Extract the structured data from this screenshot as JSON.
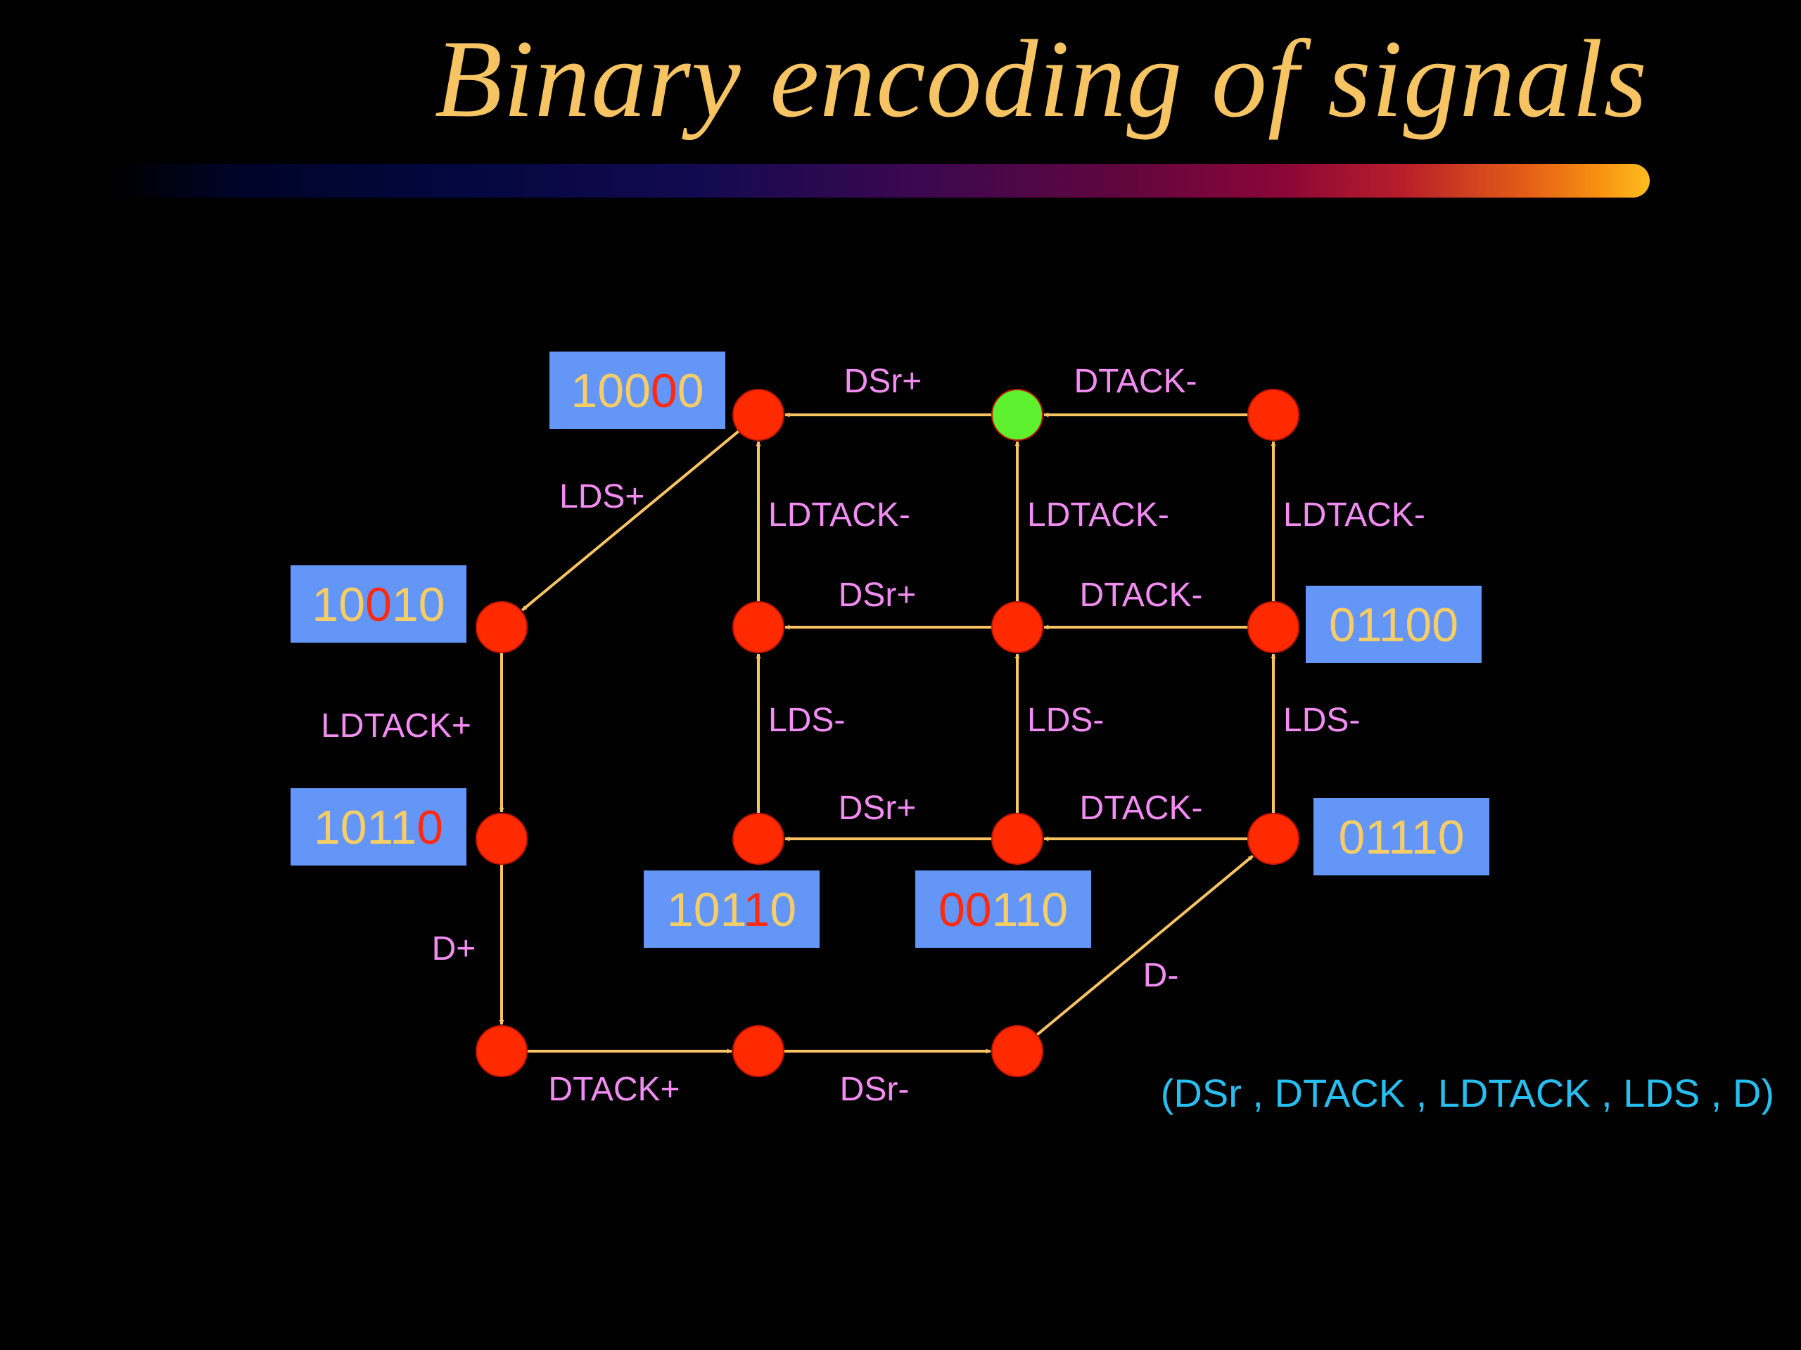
{
  "title": "Binary encoding of signals",
  "colors": {
    "title": "#f6c463",
    "label": "#f28cf2",
    "arrow": "#f9c461",
    "state": "#ff2a00",
    "initial_state": "#5cf02f",
    "box": "#6496f8",
    "code_digit": "#f6cd66",
    "code_highlight": "#ff2a10",
    "caption": "#27bfef"
  },
  "caption": "(DSr , DTACK , LDTACK , LDS , D)",
  "nodes": [
    {
      "id": "a",
      "kind": "state"
    },
    {
      "id": "b",
      "kind": "initial"
    },
    {
      "id": "c",
      "kind": "state"
    },
    {
      "id": "d",
      "kind": "state"
    },
    {
      "id": "e",
      "kind": "state"
    },
    {
      "id": "f",
      "kind": "state"
    },
    {
      "id": "g",
      "kind": "state"
    },
    {
      "id": "h",
      "kind": "state"
    },
    {
      "id": "i",
      "kind": "state"
    },
    {
      "id": "j",
      "kind": "state"
    },
    {
      "id": "k",
      "kind": "state"
    },
    {
      "id": "l",
      "kind": "state"
    },
    {
      "id": "m",
      "kind": "state"
    },
    {
      "id": "n",
      "kind": "state"
    }
  ],
  "edges": [
    {
      "from": "b",
      "to": "a",
      "label": "DSr+"
    },
    {
      "from": "c",
      "to": "b",
      "label": "DTACK-"
    },
    {
      "from": "a",
      "to": "d",
      "label": "LDS+"
    },
    {
      "from": "e",
      "to": "a",
      "label": "LDTACK-"
    },
    {
      "from": "f",
      "to": "b",
      "label": "LDTACK-"
    },
    {
      "from": "g",
      "to": "c",
      "label": "LDTACK-"
    },
    {
      "from": "f",
      "to": "e",
      "label": "DSr+"
    },
    {
      "from": "g",
      "to": "f",
      "label": "DTACK-"
    },
    {
      "from": "d",
      "to": "h",
      "label": "LDTACK+"
    },
    {
      "from": "i",
      "to": "e",
      "label": "LDS-"
    },
    {
      "from": "j",
      "to": "f",
      "label": "LDS-"
    },
    {
      "from": "k",
      "to": "g",
      "label": "LDS-"
    },
    {
      "from": "j",
      "to": "i",
      "label": "DSr+"
    },
    {
      "from": "k",
      "to": "j",
      "label": "DTACK-"
    },
    {
      "from": "h",
      "to": "l",
      "label": "D+"
    },
    {
      "from": "l",
      "to": "m",
      "label": "DTACK+"
    },
    {
      "from": "m",
      "to": "n",
      "label": "DSr-"
    },
    {
      "from": "n",
      "to": "k",
      "label": "D-"
    }
  ],
  "codes": [
    {
      "state": "a",
      "bits": [
        "1",
        "0",
        "0",
        "0",
        "0"
      ],
      "highlight": [
        3
      ]
    },
    {
      "state": "d",
      "bits": [
        "1",
        "0",
        "0",
        "1",
        "0"
      ],
      "highlight": [
        2
      ]
    },
    {
      "state": "h",
      "bits": [
        "1",
        "0",
        "1",
        "1",
        "0"
      ],
      "highlight": [
        4
      ]
    },
    {
      "state": "g",
      "bits": [
        "0",
        "1",
        "1",
        "0",
        "0"
      ],
      "highlight": []
    },
    {
      "state": "k",
      "bits": [
        "0",
        "1",
        "1",
        "1",
        "0"
      ],
      "highlight": []
    },
    {
      "state": "i",
      "bits": [
        "1",
        "0",
        "1",
        "1",
        "0"
      ],
      "highlight": [
        3
      ]
    },
    {
      "state": "j",
      "bits": [
        "0",
        "0",
        "1",
        "1",
        "0"
      ],
      "highlight": [
        0,
        1
      ]
    }
  ]
}
